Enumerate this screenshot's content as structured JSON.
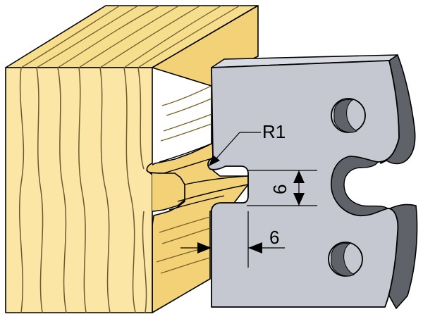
{
  "labels": {
    "radius": "R1",
    "groove_depth": "6",
    "groove_width": "6"
  },
  "colors": {
    "wood_face": "#fbe6a6",
    "wood_top": "#f7de8c",
    "wood_side": "#f3d176",
    "grain": "#6b5a2e",
    "steel_face": "#c5c8d0",
    "steel_edge": "#5f6369",
    "outline": "#000000"
  }
}
